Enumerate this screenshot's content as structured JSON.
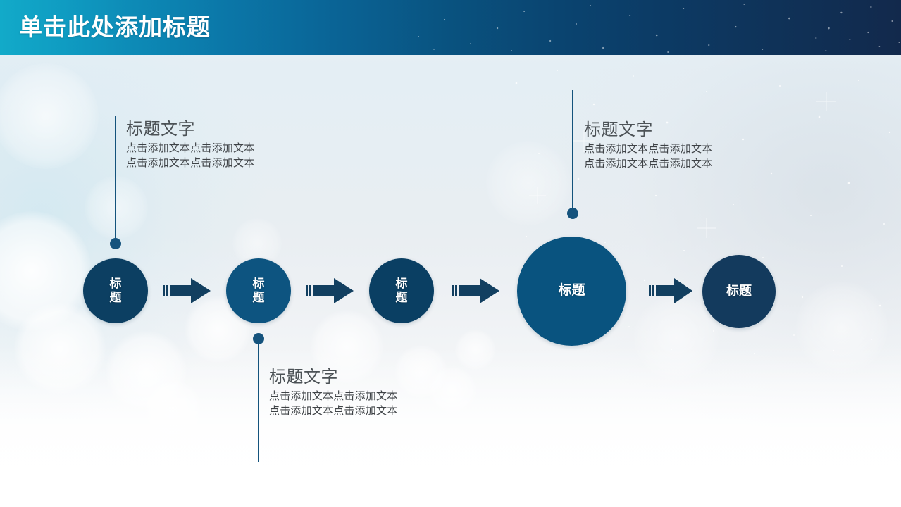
{
  "header": {
    "title": "单击此处添加标题",
    "gradient_start": "#12aac9",
    "gradient_end": "#12294c"
  },
  "flow": {
    "nodes": [
      {
        "label": "标题",
        "color": "#0c3f62",
        "size": "small"
      },
      {
        "label": "标题",
        "color": "#0d5480",
        "size": "small"
      },
      {
        "label": "标题",
        "color": "#0a3f63",
        "size": "small"
      },
      {
        "label": "标题",
        "color": "#09537f",
        "size": "large"
      },
      {
        "label": "标题",
        "color": "#133a5d",
        "size": "medium"
      }
    ],
    "arrow_color": "#123f60",
    "arrow_count": 4
  },
  "callouts": [
    {
      "id": "top-left",
      "title": "标题文字",
      "line1": "点击添加文本点击添加文本",
      "line2": "点击添加文本点击添加文本",
      "connector_color": "#14537c"
    },
    {
      "id": "top-right",
      "title": "标题文字",
      "line1": "点击添加文本点击添加文本",
      "line2": "点击添加文本点击添加文本",
      "connector_color": "#14537c"
    },
    {
      "id": "bottom-center",
      "title": "标题文字",
      "line1": "点击添加文本点击添加文本",
      "line2": "点击添加文本点击添加文本",
      "connector_color": "#14537c"
    }
  ],
  "theme": {
    "background_top": "#e9f2f7",
    "background_bottom": "#ffffff",
    "title_text_color": "#4c5256",
    "body_text_color": "#3f4347"
  }
}
